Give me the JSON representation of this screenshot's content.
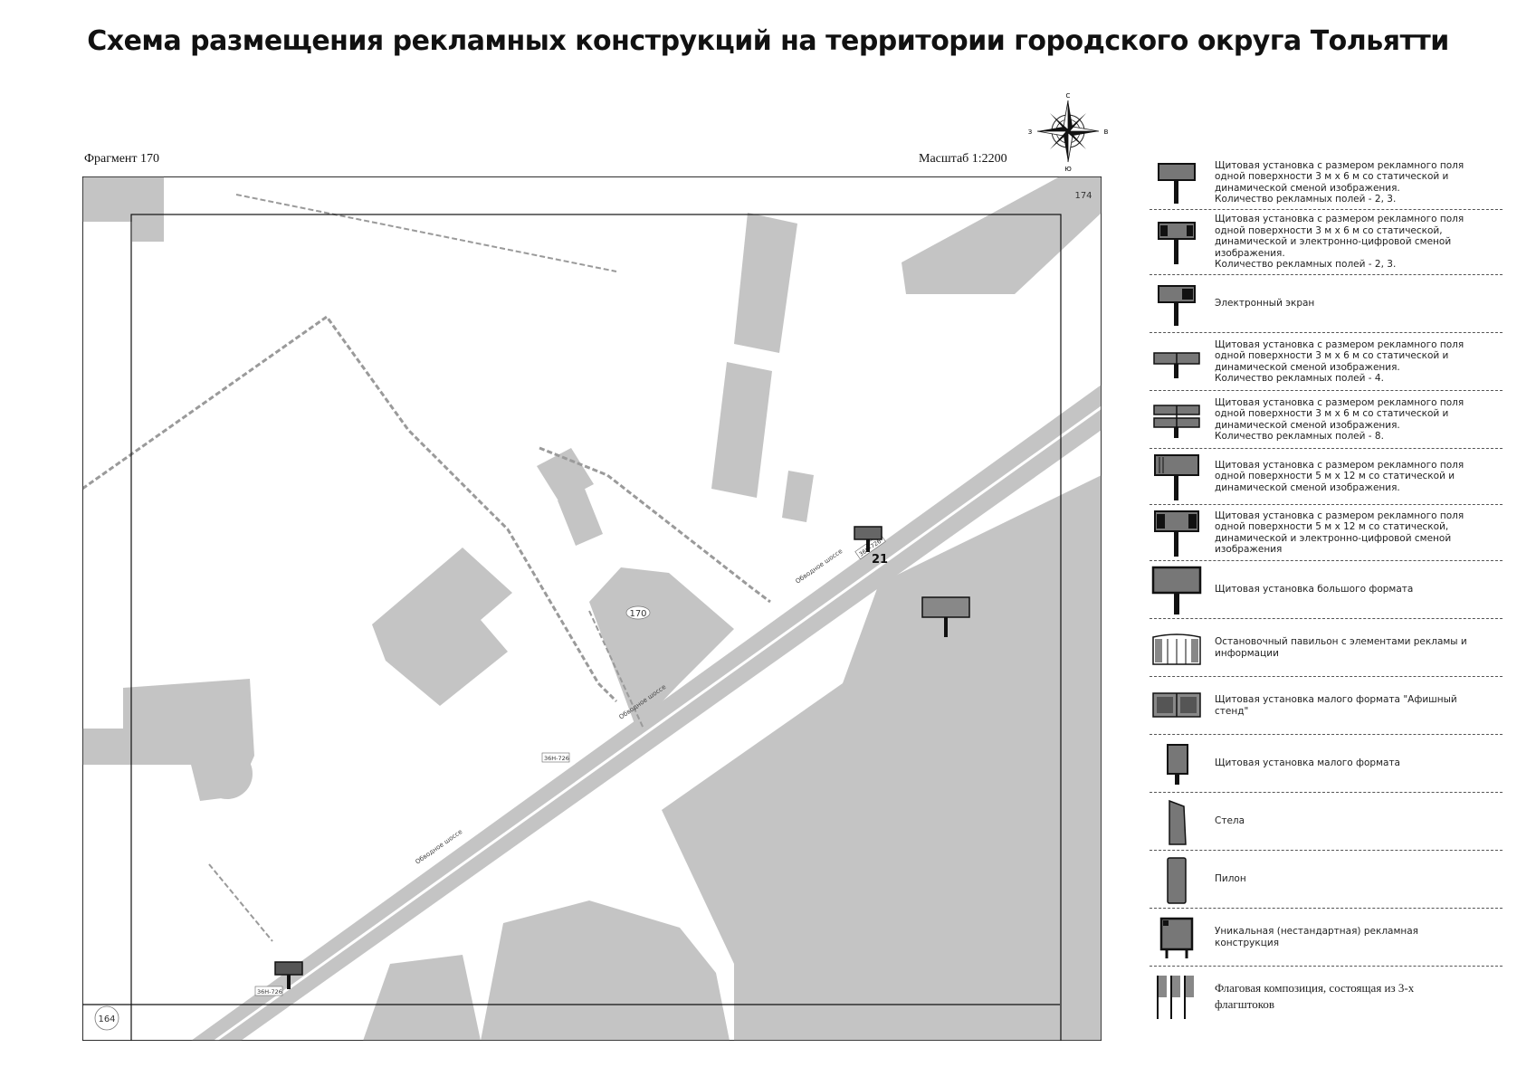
{
  "title": "Схема размещения рекламных конструкций на территории городского округа Тольятти",
  "fragment": "Фрагмент 170",
  "scale": "Масштаб 1:2200",
  "compass": {
    "n": "С",
    "s": "Ю",
    "w": "З",
    "e": "В"
  },
  "map": {
    "parcel_main": "170",
    "sheet_top_right": "174",
    "sheet_bottom_left": "164",
    "construction_number": "21",
    "road_name": "Обводное шоссе",
    "road_code": "36Н-726"
  },
  "legend": [
    {
      "icon": "billboard-static-dynamic-icon",
      "text": "Щитовая установка с размером рекламного поля\nодной поверхности 3 м х 6 м со статической и\nдинамической сменой изображения.\nКоличество рекламных полей - 2, 3."
    },
    {
      "icon": "billboard-static-dynamic-digital-icon",
      "text": "Щитовая установка с размером рекламного поля\nодной поверхности 3 м х 6 м со статической,\nдинамической и электронно-цифровой сменой\nизображения.\nКоличество рекламных полей - 2, 3."
    },
    {
      "icon": "electronic-screen-icon",
      "text": "Электронный экран"
    },
    {
      "icon": "billboard-four-fields-icon",
      "text": "Щитовая установка с размером рекламного поля\nодной поверхности 3 м х 6 м со статической и\nдинамической сменой изображения.\nКоличество рекламных полей - 4."
    },
    {
      "icon": "billboard-eight-fields-icon",
      "text": "Щитовая установка с размером рекламного поля\nодной поверхности 3 м х 6 м со статической и\nдинамической сменой изображения.\nКоличество рекламных полей - 8."
    },
    {
      "icon": "billboard-5x12-icon",
      "text": "Щитовая установка с размером рекламного поля\nодной поверхности 5 м х 12 м со статической и\nдинамической сменой изображения."
    },
    {
      "icon": "billboard-5x12-digital-icon",
      "text": "Щитовая установка с размером рекламного поля\nодной поверхности 5 м х 12 м со статической,\nдинамической и электронно-цифровой сменой\nизображения"
    },
    {
      "icon": "large-format-billboard-icon",
      "text": "Щитовая установка большого формата"
    },
    {
      "icon": "bus-stop-pavilion-icon",
      "text": "Остановочный павильон с элементами рекламы и\nинформации"
    },
    {
      "icon": "poster-stand-icon",
      "text": "Щитовая установка малого формата \"Афишный\nстенд\""
    },
    {
      "icon": "small-format-billboard-icon",
      "text": "Щитовая установка малого формата"
    },
    {
      "icon": "stela-icon",
      "text": "Стела"
    },
    {
      "icon": "pylon-icon",
      "text": "Пилон"
    },
    {
      "icon": "unique-construction-icon",
      "text": "Уникальная (нестандартная) рекламная\nконструкция"
    },
    {
      "icon": "flag-composition-icon",
      "text": "Флаговая композиция, состоящая из 3-х\nфлагштоков"
    }
  ]
}
